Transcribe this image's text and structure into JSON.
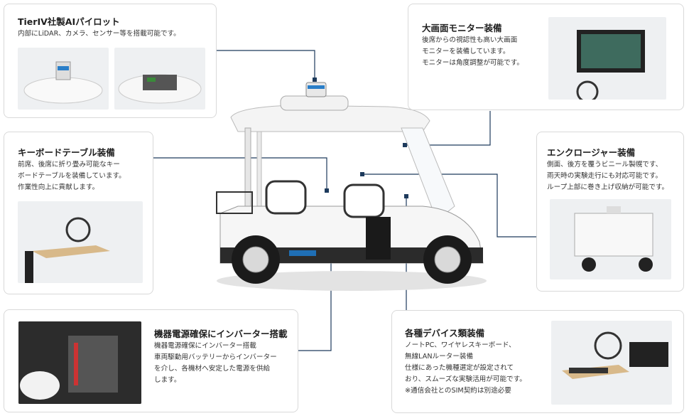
{
  "cards": [
    {
      "id": "ai-pilot",
      "title": "TierIV社製AIパイロット",
      "desc": "内部にLiDAR、カメラ、センサー等を搭載可能です。"
    },
    {
      "id": "monitor",
      "title": "大画面モニター装備",
      "desc": "後席からの視認性も高い大画面\nモニターを装備しています。\nモニターは角度調整が可能です。"
    },
    {
      "id": "keyboard-table",
      "title": "キーボードテーブル装備",
      "desc": "前席、後席に折り畳み可能なキー\nボードテーブルを装備しています。\n作業性向上に貢献します。"
    },
    {
      "id": "enclosure",
      "title": "エンクロージャー装備",
      "desc": "側面、後方を覆うビニール製幌です、\n雨天時の実験走行にも対応可能です。\nループ上部に巻き上げ収納が可能です。"
    },
    {
      "id": "inverter",
      "title": "機器電源確保にインバーター搭載",
      "desc": "機器電源確保にインバーター搭載\n車両駆動用バッテリーからインバーター\nを介し、各機材へ安定した電源を供給\nします。"
    },
    {
      "id": "devices",
      "title": "各種デバイス類装備",
      "desc": "ノートPC、ワイヤレスキーボード、\n無線LANルーター装備\n仕様にあった機種選定が設定されて\nおり、スムーズな実験活用が可能です。\n※通信会社とのSIM契約は別途必要"
    }
  ],
  "colors": {
    "connector": "#1d3a5c",
    "border": "#d9d9d9"
  }
}
